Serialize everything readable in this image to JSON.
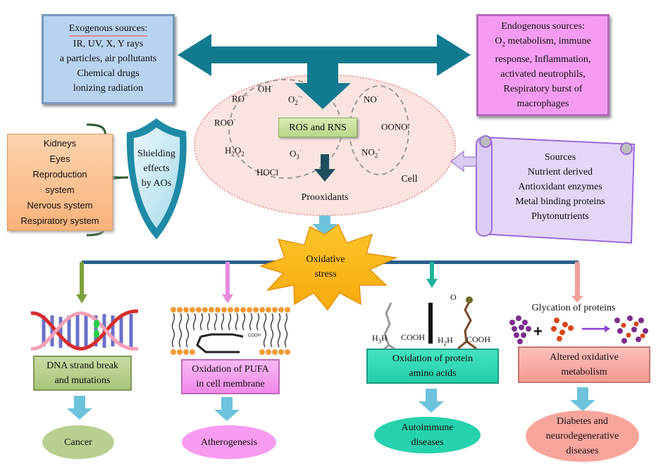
{
  "colors": {
    "teal_arrow": "#127a8f",
    "light_blue_arrow": "#6ec3dc",
    "exogenous_box": "#b8d3f0",
    "endogenous_box": "#f59cf2",
    "cell_fill": "#fbe4e0",
    "ros_box": "#c8e09a",
    "organs_box": "#fcc08c",
    "shield": "#1f8aa6",
    "scroll": "#e3d6f7",
    "starburst": "#fbb817",
    "dna_box": "#b8cf8c",
    "pufa_box": "#f59cf2",
    "protein_box": "#2ddbb5",
    "glycation_box": "#f8a8a0",
    "cancer_ellipse": "#b9cf8f",
    "athero_ellipse": "#f79cf0",
    "autoimmune_ellipse": "#26d2ad",
    "diabetes_ellipse": "#f8a59c"
  },
  "exogenous": {
    "title": "Exogenous sources:",
    "lines": [
      "IR, UV, X, Y rays",
      "a particles, air pollutants",
      "Chemical drugs",
      "lonizing radiation"
    ]
  },
  "endogenous": {
    "title": "Endogenous sources:",
    "line1_prefix": "O",
    "line1_sub": "2",
    "line1_rest": " metabolism, immune",
    "lines": [
      "response, Inflammation,",
      "activated neutrophils,",
      "Respiratory burst of",
      "macrophages"
    ]
  },
  "cell": {
    "label": "Cell",
    "center_box": "ROS and RNS",
    "prooxidants": "Prooxidants",
    "ros_species": {
      "ro": "RO",
      "ro_sup": "··",
      "oh": "OH",
      "oh_sup": "·",
      "o2": "O",
      "o2_sub": "2",
      "o2_sup": "·-",
      "roo": "ROO",
      "roo_sup": "·",
      "h2o2_a": "H",
      "h2o2_sub1": "2",
      "h2o2_b": "O",
      "h2o2_sub2": "2",
      "o3": "O",
      "o3_sub": "3",
      "o3_sup": "·",
      "hocl": "HOCl"
    },
    "rns_species": {
      "no": "NO",
      "no_sup": "·",
      "oono": "OONO",
      "oono_sup": "-",
      "no2": "NO",
      "no2_sub": "2",
      "no2_sup": "-"
    }
  },
  "organs": {
    "items": [
      "Kidneys",
      "Eyes",
      "Reproduction",
      "system",
      "Nervous system",
      "Respiratory system"
    ]
  },
  "shield": {
    "lines": [
      "Shielding",
      "effects",
      "by AOs"
    ]
  },
  "antioxidant_scroll": {
    "lines": [
      "Sources",
      "Nutrient derived",
      "Antioxidant enzymes",
      "Metal binding proteins",
      "Phytonutrients"
    ]
  },
  "oxidative_stress": {
    "lines": [
      "Oxidative",
      "stress"
    ]
  },
  "branches": [
    {
      "id": "dna",
      "box_lines": [
        "DNA strand break",
        "and mutations"
      ],
      "outcome_lines": [
        "Cancer"
      ]
    },
    {
      "id": "pufa",
      "box_lines": [
        "Oxidation of PUFA",
        "in cell membrane"
      ],
      "outcome_lines": [
        "Atherogenesis"
      ],
      "membrane_label": "COOH"
    },
    {
      "id": "protein",
      "box_lines": [
        "Oxidation of protein",
        "amino acids"
      ],
      "outcome_lines": [
        "Autoimmune",
        "diseases"
      ],
      "chem_labels": {
        "left_amine": "H",
        "left_amine_sub": "3",
        "left_amine_b": "H",
        "left_acid": "COOH",
        "right_amine": "H",
        "right_amine_sub": "2",
        "right_amine_b": "H",
        "right_acid": "COOH",
        "oxygen": "O"
      }
    },
    {
      "id": "glycation",
      "caption": "Glycation of proteins",
      "box_lines": [
        "Altered oxidative",
        "metabolism"
      ],
      "outcome_lines": [
        "Diabetes and",
        "neurodegenerative",
        "diseases"
      ]
    }
  ]
}
